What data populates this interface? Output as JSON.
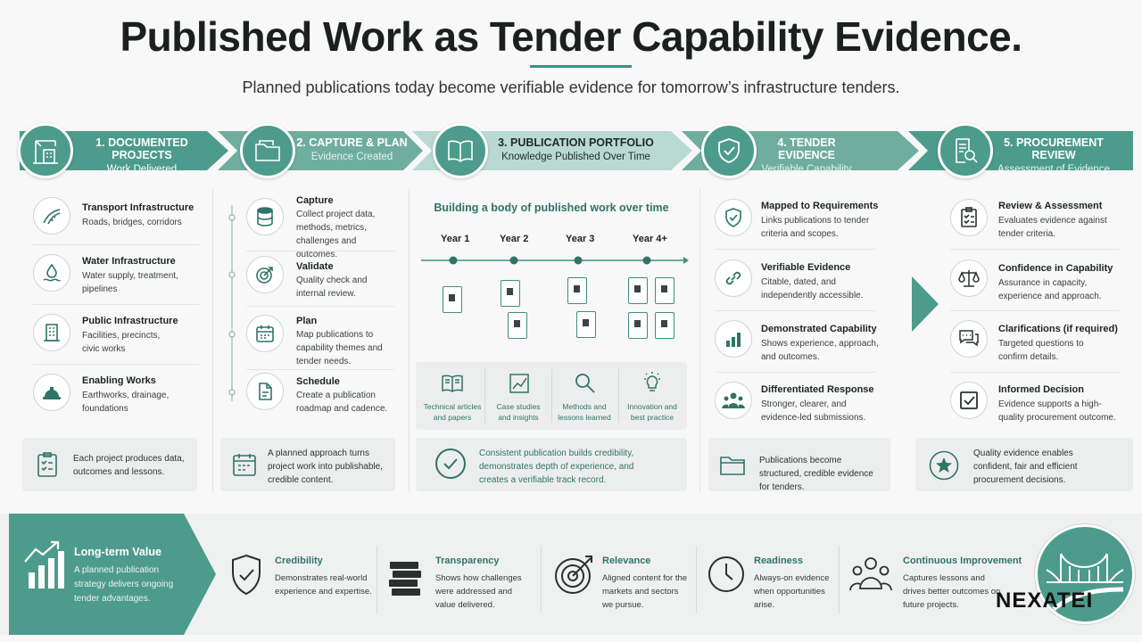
{
  "header": {
    "title": "Published Work as Tender Capability Evidence.",
    "subtitle": "Planned publications today become verifiable evidence for tomorrow’s infrastructure tenders."
  },
  "stages": [
    {
      "title": "1. DOCUMENTED PROJECTS",
      "subtitle": "Work Delivered",
      "icon": "crane-building-icon"
    },
    {
      "title": "2. CAPTURE & PLAN",
      "subtitle": "Evidence Created",
      "icon": "folder-icon"
    },
    {
      "title": "3. PUBLICATION PORTFOLIO",
      "subtitle": "Knowledge Published Over Time",
      "icon": "open-book-icon"
    },
    {
      "title": "4. TENDER EVIDENCE",
      "subtitle": "Verifiable Capability",
      "icon": "shield-check-icon"
    },
    {
      "title": "5. PROCUREMENT REVIEW",
      "subtitle": "Assessment of Evidence",
      "icon": "document-magnifier-icon"
    }
  ],
  "col1": {
    "items": [
      {
        "title": "Transport Infrastructure",
        "desc": "Roads, bridges, corridors",
        "icon": "road-icon"
      },
      {
        "title": "Water Infrastructure",
        "desc": "Water supply, treatment, pipelines",
        "icon": "water-drop-icon"
      },
      {
        "title": "Public Infrastructure",
        "desc": "Facilities, precincts, civic works",
        "icon": "building-icon"
      },
      {
        "title": "Enabling Works",
        "desc": "Earthworks, drainage, foundations",
        "icon": "hard-hat-icon"
      }
    ],
    "footer": "Each project produces data, outcomes and lessons."
  },
  "col2": {
    "items": [
      {
        "title": "Capture",
        "desc": "Collect project data, methods, metrics, challenges and outcomes.",
        "icon": "database-icon"
      },
      {
        "title": "Validate",
        "desc": "Quality check and internal review.",
        "icon": "target-icon"
      },
      {
        "title": "Plan",
        "desc": "Map publications to capability themes and tender needs.",
        "icon": "calendar-icon"
      },
      {
        "title": "Schedule",
        "desc": "Create a publication roadmap and cadence.",
        "icon": "document-icon"
      }
    ],
    "footer": "A planned approach turns project work into publishable, credible content."
  },
  "col3": {
    "heading": "Building a body of published work over time",
    "years": [
      "Year 1",
      "Year 2",
      "Year 3",
      "Year 4+"
    ],
    "types": [
      {
        "label": "Technical articles and papers",
        "icon": "book-icon"
      },
      {
        "label": "Case studies and insights",
        "icon": "chart-icon"
      },
      {
        "label": "Methods and lessons learned",
        "icon": "magnifier-icon"
      },
      {
        "label": "Innovation and best practice",
        "icon": "lightbulb-icon"
      }
    ],
    "footer": "Consistent publication builds credibility, demonstrates depth of experience, and creates a verifiable track record."
  },
  "col4": {
    "items": [
      {
        "title": "Mapped to Requirements",
        "desc": "Links publications to tender criteria and scopes.",
        "icon": "shield-check-icon"
      },
      {
        "title": "Verifiable Evidence",
        "desc": "Citable, dated, and independently accessible.",
        "icon": "link-icon"
      },
      {
        "title": "Demonstrated Capability",
        "desc": "Shows experience, approach, and outcomes.",
        "icon": "bar-chart-icon"
      },
      {
        "title": "Differentiated Response",
        "desc": "Stronger, clearer, and evidence-led submissions.",
        "icon": "people-icon"
      }
    ],
    "footer": "Publications become structured, credible evidence for tenders."
  },
  "col5": {
    "items": [
      {
        "title": "Review & Assessment",
        "desc": "Evaluates evidence against tender criteria.",
        "icon": "checklist-icon"
      },
      {
        "title": "Confidence in Capability",
        "desc": "Assurance in capacity, experience and approach.",
        "icon": "scales-icon"
      },
      {
        "title": "Clarifications (if required)",
        "desc": "Targeted questions to confirm details.",
        "icon": "chat-icon"
      },
      {
        "title": "Informed Decision",
        "desc": "Evidence supports a high-quality procurement outcome.",
        "icon": "checkbox-icon"
      }
    ],
    "footer": "Quality evidence enables confident, fair and efficient procurement decisions."
  },
  "bottom": {
    "lead_title": "Long-term Value",
    "lead_desc": "A planned publication strategy delivers ongoing tender advantages.",
    "values": [
      {
        "title": "Credibility",
        "desc": "Demonstrates real-world experience and expertise.",
        "icon": "shield-check-icon"
      },
      {
        "title": "Transparency",
        "desc": "Shows how challenges were addressed and value delivered.",
        "icon": "books-icon"
      },
      {
        "title": "Relevance",
        "desc": "Aligned content for the markets and sectors we pursue.",
        "icon": "target-arrow-icon"
      },
      {
        "title": "Readiness",
        "desc": "Always-on evidence when opportunities arise.",
        "icon": "clock-icon"
      },
      {
        "title": "Continuous Improvement",
        "desc": "Captures lessons and drives better outcomes on future projects.",
        "icon": "group-icon"
      }
    ],
    "logo_text": "NEXATEI"
  },
  "colors": {
    "teal": "#4d9b8c",
    "teal_dark": "#2f7466",
    "teal_light": "#a9cfc6"
  }
}
